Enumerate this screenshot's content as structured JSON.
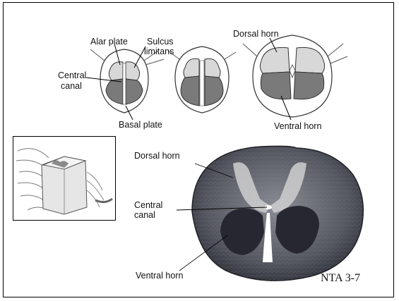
{
  "labels": {
    "alar_plate": "Alar plate",
    "sulcus_limitans_1": "Sulcus",
    "sulcus_limitans_2": "limitans",
    "central_canal_top_1": "Central",
    "central_canal_top_2": "canal",
    "basal_plate": "Basal plate",
    "dorsal_horn_top": "Dorsal horn",
    "ventral_horn_top": "Ventral horn",
    "dorsal_horn_section": "Dorsal horn",
    "central_canal_section_1": "Central",
    "central_canal_section_2": "canal",
    "ventral_horn_section": "Ventral horn"
  },
  "slide_code": "NTA 3-7",
  "colors": {
    "alar_fill": "#d8d8d8",
    "basal_fill": "#7a7a7a",
    "section_white": "#d7d7d7",
    "section_gray": "#2f3038",
    "outline": "#222222"
  }
}
